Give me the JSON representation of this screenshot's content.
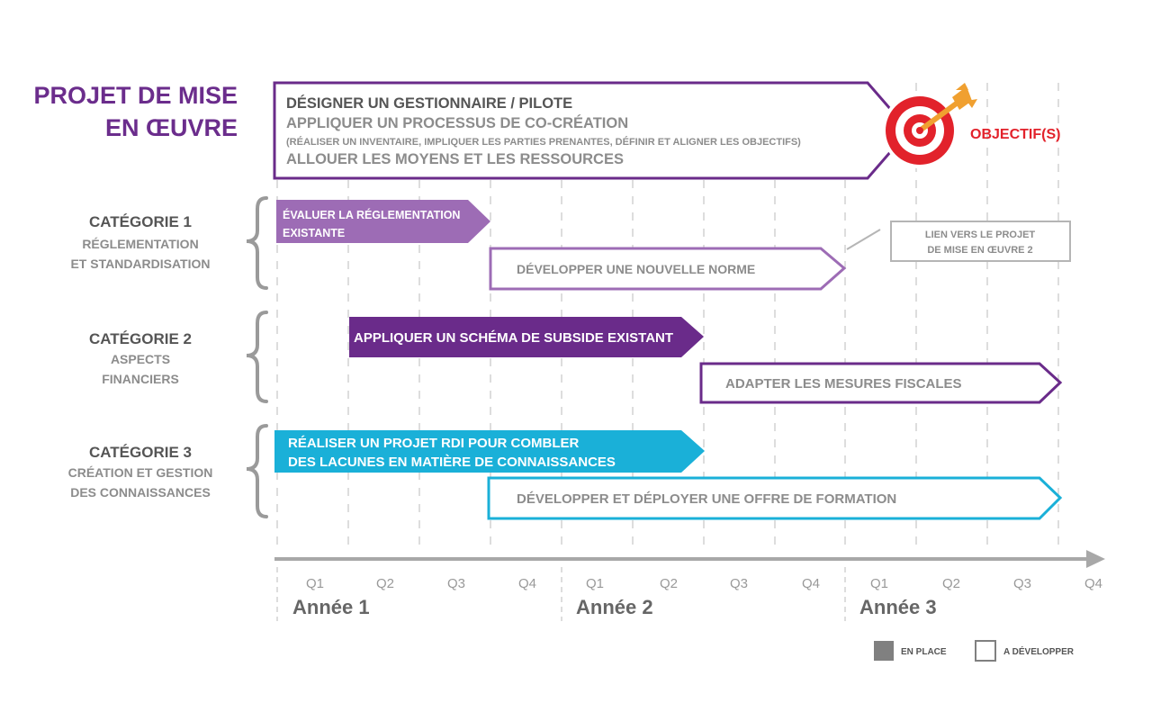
{
  "colors": {
    "purple_dark": "#6a2b8a",
    "purple_mid": "#9d6cb5",
    "cyan": "#1ab0d8",
    "grey_text": "#8c8c8c",
    "dark_text": "#555555",
    "grid": "#cfcfcf",
    "target_red": "#e2222b",
    "arrow_orange": "#f0a030",
    "objectif_red": "#e2222b"
  },
  "project": {
    "title_line1": "PROJET DE MISE",
    "title_line2": "EN ŒUVRE",
    "item1": "DÉSIGNER UN GESTIONNAIRE / PILOTE",
    "item2": "APPLIQUER UN PROCESSUS DE CO-CRÉATION",
    "item3": "(RÉALISER UN INVENTAIRE, IMPLIQUER LES PARTIES PRENANTES, DÉFINIR ET ALIGNER LES OBJECTIFS)",
    "item4": "ALLOUER LES MOYENS ET LES RESSOURCES",
    "objectif": "OBJECTIF(S)"
  },
  "categories": [
    {
      "title": "CATÉGORIE 1",
      "sub1": "RÉGLEMENTATION",
      "sub2": "ET STANDARDISATION"
    },
    {
      "title": "CATÉGORIE 2",
      "sub1": "ASPECTS",
      "sub2": "FINANCIERS"
    },
    {
      "title": "CATÉGORIE 3",
      "sub1": "CRÉATION ET GESTION",
      "sub2": "DES CONNAISSANCES"
    }
  ],
  "bars": {
    "cat1_a_line1": "ÉVALUER LA RÉGLEMENTATION",
    "cat1_a_line2": "EXISTANTE",
    "cat1_b": "DÉVELOPPER UNE NOUVELLE NORME",
    "cat2_a": "APPLIQUER UN SCHÉMA DE SUBSIDE EXISTANT",
    "cat2_b": "ADAPTER LES MESURES FISCALES",
    "cat3_a_line1": "RÉALISER UN PROJET RDI POUR COMBLER",
    "cat3_a_line2": "DES LACUNES EN MATIÈRE DE CONNAISSANCES",
    "cat3_b": "DÉVELOPPER ET DÉPLOYER UNE OFFRE DE FORMATION"
  },
  "link_box": {
    "line1": "LIEN VERS LE PROJET",
    "line2": "DE MISE EN ŒUVRE 2"
  },
  "timeline": {
    "quarters": [
      "Q1",
      "Q2",
      "Q3",
      "Q4",
      "Q1",
      "Q2",
      "Q3",
      "Q4",
      "Q1",
      "Q2",
      "Q3",
      "Q4"
    ],
    "years": [
      "Année 1",
      "Année 2",
      "Année 3"
    ]
  },
  "legend": {
    "in_place": "EN PLACE",
    "to_develop": "A DÉVELOPPER"
  }
}
